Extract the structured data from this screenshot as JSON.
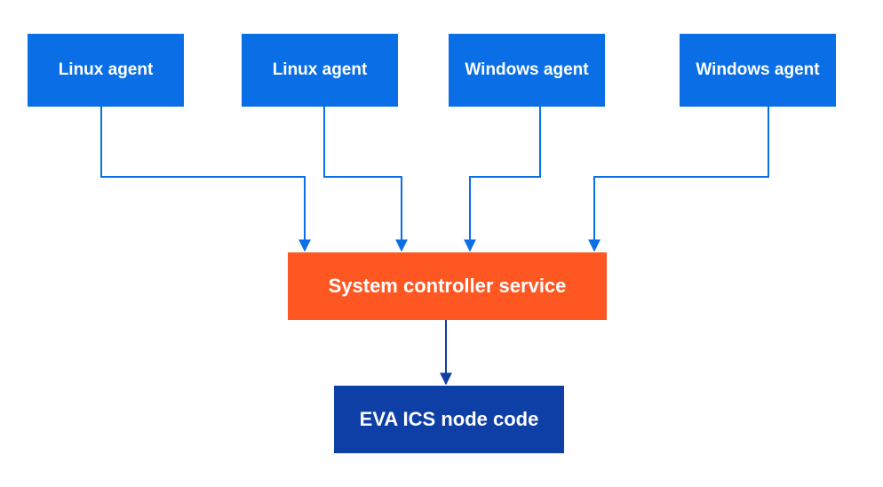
{
  "agents": [
    {
      "label": "Linux agent"
    },
    {
      "label": "Linux agent"
    },
    {
      "label": "Windows agent"
    },
    {
      "label": "Windows agent"
    }
  ],
  "controller": {
    "label": "System controller service"
  },
  "node": {
    "label": "EVA ICS node code"
  },
  "colors": {
    "agent": "#0a6fe6",
    "controller": "#ff5722",
    "node": "#0d3fa6",
    "agent_connector": "#0a6fe6",
    "node_connector": "#0d3fa6"
  }
}
